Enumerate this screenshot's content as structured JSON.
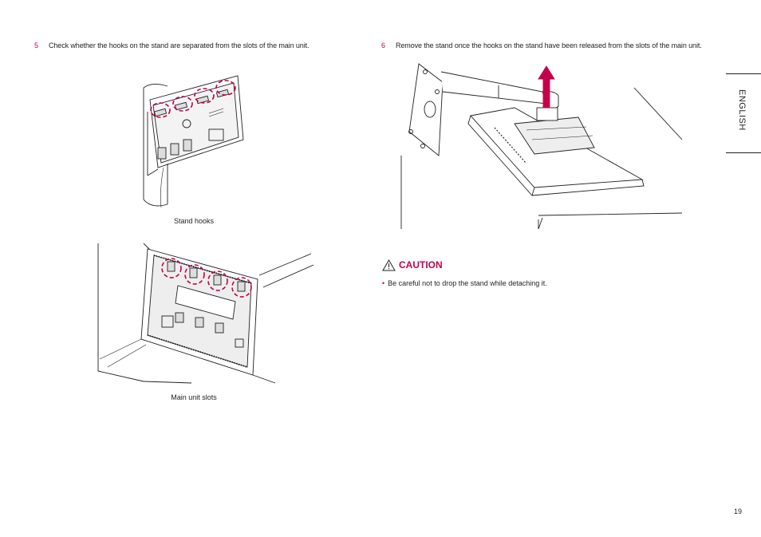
{
  "steps": [
    {
      "number": "5",
      "text": "Check whether the hooks on the stand are separated from the slots of the main unit."
    },
    {
      "number": "6",
      "text": "Remove the stand once the hooks on the stand have been released from the slots of the main unit."
    }
  ],
  "figures": {
    "stand_hooks_caption": "Stand hooks",
    "main_unit_slots_caption": "Main unit slots"
  },
  "sidebar": {
    "language": "ENGLISH"
  },
  "caution": {
    "label": "CAUTION",
    "items": [
      "Be careful not to drop the stand while detaching it."
    ]
  },
  "page": {
    "number": "19"
  },
  "colors": {
    "accent": "#c5004a",
    "text": "#231f20"
  },
  "icons": {
    "caution": "warning-triangle-icon",
    "arrow": "arrow-up-icon"
  }
}
